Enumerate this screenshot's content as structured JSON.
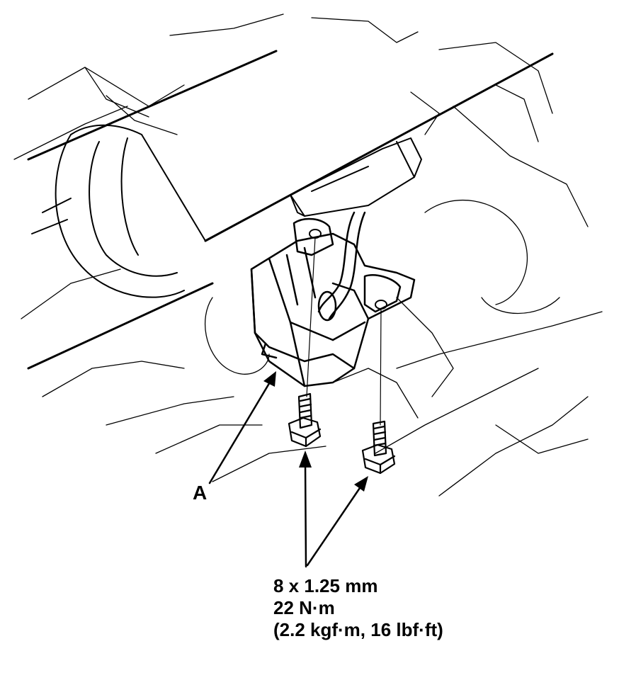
{
  "diagram": {
    "callout_a": "A",
    "bolt_spec": {
      "size": "8 x 1.25 mm",
      "torque_nm": "22 N·m",
      "torque_alt": "(2.2 kgf·m, 16 lbf·ft)"
    }
  },
  "colors": {
    "ink": "#000000",
    "paper": "#ffffff"
  }
}
